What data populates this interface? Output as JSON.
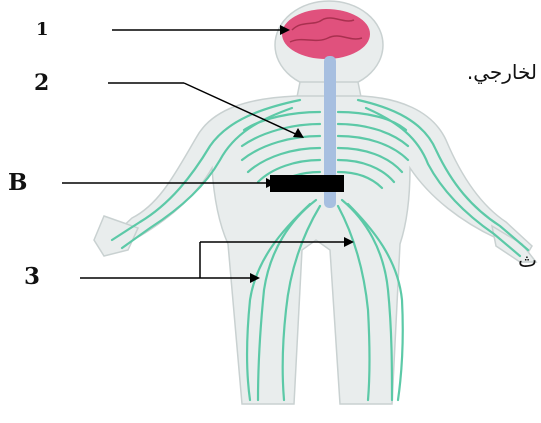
{
  "labels": {
    "one": "1",
    "two": "2",
    "b": "B",
    "three": "3"
  },
  "fragments": {
    "top_right": "لخارجي.",
    "bottom_right": "ث"
  },
  "colors": {
    "nerve": "#5cc9a7",
    "body_fill": "#e9eded",
    "body_outline": "#c9d1d1",
    "brain": "#e0517d",
    "spinal_cord": "#a7bfe0",
    "marker": "#000000",
    "line": "#000000"
  }
}
